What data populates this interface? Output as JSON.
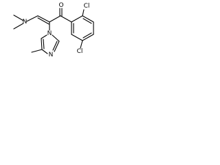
{
  "diagram": {
    "type": "structural-formula",
    "line_color": "#000000",
    "background_color": "#ffffff",
    "atom_labels": {
      "oxygen": "O",
      "nitrogen_amine": "N",
      "nitrogen_ring_1": "N",
      "nitrogen_ring_3": "N",
      "chlorine_ortho": "Cl",
      "chlorine_para": "Cl"
    }
  }
}
